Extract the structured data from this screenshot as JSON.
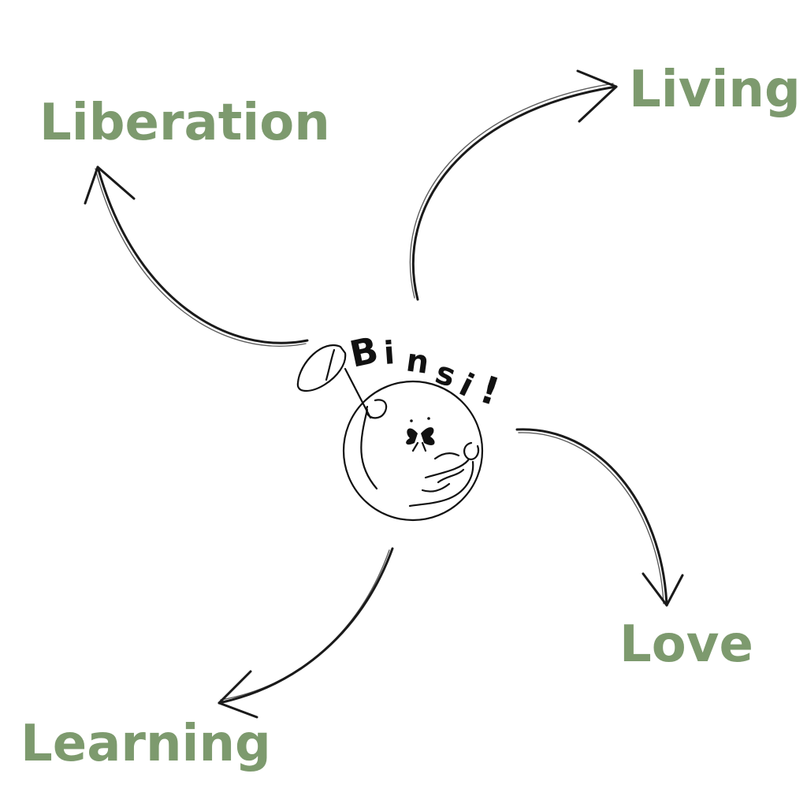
{
  "colors": {
    "label": "#7d9a6e",
    "line": "#1a1a1a"
  },
  "labels": {
    "liberation": "Liberation",
    "living": "Living",
    "love": "Love",
    "learning": "Learning"
  },
  "logo": {
    "letters": [
      "B",
      "i",
      "n",
      "s",
      "i",
      "!"
    ]
  },
  "icons": {
    "center": "butterfly-net-globe-logo",
    "arrows": "hand-drawn-curved-arrows"
  }
}
